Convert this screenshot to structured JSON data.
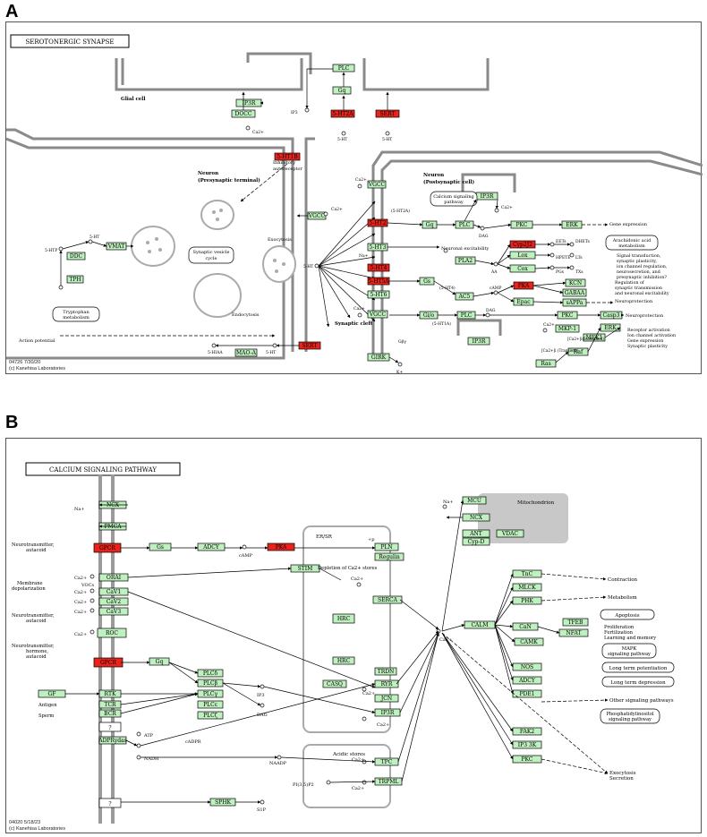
{
  "panel_a": {
    "letter": "A",
    "title": "SEROTONERGIC SYNAPSE",
    "footer": [
      "04726 7/30/20",
      "(c) Kanehisa Laboratories"
    ],
    "labels": {
      "glial": "Glial cell",
      "presyn_1": "Neuron",
      "presyn_2": "(Presynaptic terminal)",
      "postsyn_1": "Neuron",
      "postsyn_2": "(Postsynaptic cell)",
      "cleft": "Synaptic cleft",
      "action": "Action potential",
      "inhib_1": "Inhibitory",
      "inhib_2": "autoreceptor",
      "exo": "Exocytosis",
      "endo": "Endocytosis",
      "vesicle_1": "Synaptic vesicle",
      "vesicle_2": "cycle",
      "trp_1": "Tryptophan",
      "trp_2": "metabolism",
      "calcium_1": "Calcium signaling",
      "calcium_2": "pathway",
      "arach_1": "Arachidonic acid",
      "arach_2": "metabolism",
      "gene_expr": "Gene expression",
      "excit": "Neuronal excitability",
      "neuroprot": "Neuroprotection",
      "signal_1": "Signal transduction,",
      "signal_2": "synaptic plasticity,",
      "signal_3": "ion channel regulation,",
      "signal_4": "neurosecretion, and",
      "signal_5": "presynaptic inhibition?",
      "reg_1": "Regulation of",
      "reg_2": "synaptic transmission",
      "reg_3": "and neuronal excitability",
      "receptor_1": "Receptor activation",
      "receptor_2": "Ion channel activation",
      "receptor_3": "Gene expression",
      "receptor_4": "Synaptic plasticity"
    },
    "genes": {
      "ip3r_glia": "IP3R",
      "plc_glia": "PLC",
      "gq_glia": "Gq",
      "docc": "DOCC",
      "ht2a_glia": "5-HT2A",
      "sert_glia": "SERT",
      "ht1b": "5-HT1B",
      "vgcc_pre": "VGCC",
      "vmat": "VMAT",
      "ddc": "DDC",
      "tph": "TPH",
      "sert_pre": "SERT",
      "maoa": "MAO-A",
      "vgcc_post1": "VGCC",
      "ht2": "5-HT2",
      "ht3": "5-HT3",
      "ht4": "5-HT4",
      "ht5a": "5-HT5A",
      "ht6": "5-HT6",
      "ht1a": "5-HT1A",
      "vgcc_post2": "VGCC",
      "girk": "GIRK",
      "gq_post": "Gq",
      "plc_post": "PLC",
      "pkc_post": "PKC",
      "erk_post": "ERK",
      "ip3r_post": "IP3R",
      "cyp": "Cyp2J2",
      "lox": "Lox",
      "cox": "Cox",
      "pla2": "PLA2",
      "gs": "Gs",
      "ac5": "AC5",
      "pka": "PKA",
      "kcn": "KCN",
      "gabaa": "GABAA",
      "epac": "Epac",
      "sappa": "sAPPa",
      "gio": "Gi/o",
      "plc2": "PLC",
      "pkc2": "PKC",
      "casp3": "Casp3",
      "mkp1": "MKP-1",
      "erk2": "ERK",
      "mek1": "MEK1",
      "raf": "Raf",
      "ras": "Ras",
      "ip3r_2": "IP3R"
    },
    "small": {
      "ca2": "Ca2+",
      "ip3": "IP3",
      "ht": "5-HT",
      "dag": "DAG",
      "htp": "5-HTP",
      "hiaa": "5-HIAA",
      "na": "Na+",
      "k": "K+",
      "aa": "AA",
      "camp": "cAMP",
      "eets": "EETs",
      "dhets": "DHETs",
      "hpete": "HPETE",
      "ltb": "LTs",
      "pgs": "PGs",
      "txs": "TXs",
      "gbg": "Gβγ",
      "r2a": "(5-HT2A)",
      "r4": "(5-HT4)",
      "r1a": "(5-HT1A)",
      "ca_sust": "[Ca2+]i(Sustained)",
      "ca_trans": "[Ca2+]i (Transient)"
    }
  },
  "panel_b": {
    "letter": "B",
    "title": "CALCIUM SIGNALING PATHWAY",
    "footer": [
      "04020 5/18/23",
      "(c) Kanehisa Laboratories"
    ],
    "labels": {
      "mito": "Mitochondrion",
      "er": "ER/SR",
      "acidic": "Acidic stores",
      "depletion": "Depletion of Ca2+ stores",
      "nt1_1": "Neurotransmitter,",
      "nt1_2": "autacoid",
      "memb_1": "Membrane",
      "memb_2": "depolarization",
      "nt2_1": "Neurotransmitter,",
      "nt2_2": "autacoid",
      "nt3_1": "Neurotransmitter,",
      "nt3_2": "hormone,",
      "nt3_3": "autacoid",
      "antigen": "Antigen",
      "sperm": "Sperm",
      "contraction": "Contraction",
      "metabolism": "Metabolism",
      "apoptosis": "Apoptosis",
      "prolif_1": "Proliferation",
      "prolif_2": "Fertilization",
      "prolif_3": "Learning and memory",
      "mapk_1": "MAPK",
      "mapk_2": "signaling pathway",
      "ltp": "Long term potentiation",
      "ltd": "Long term depression",
      "other": "Other signaling pathways",
      "phos_1": "Phosphatidylinositol",
      "phos_2": "signaling pathway",
      "exo_1": "Exocytosis",
      "exo_2": "Secretion"
    },
    "genes": {
      "ncx": "NCX",
      "pmca": "PMCA",
      "gpcr1": "GPCR",
      "gs": "Gs",
      "adcy": "ADCY",
      "pka": "PKA",
      "pln": "PLN",
      "regulin": "Regulin",
      "orai": "ORAI",
      "stim": "STIM",
      "cav1": "CaV1",
      "cav2": "CaV2",
      "cav3": "CaV3",
      "serca": "SERCA",
      "hrc1": "HRC",
      "roc": "ROC",
      "hrc2": "HRC",
      "trdn": "TRDN",
      "gpcr2": "GPCR",
      "gq": "Gq",
      "casq": "CASQ",
      "ryr": "RYR",
      "jcn": "JCN",
      "plcd": "PLCδ",
      "plcb": "PLCβ",
      "plcg": "PLCγ",
      "plce": "PLCε",
      "plcz": "PLCζ",
      "gf": "GF",
      "rtk": "RTK",
      "tcr": "TCR",
      "bcr": "BCR",
      "ip3r": "IP3R",
      "adprc": "ADPRydas",
      "tpc": "TPC",
      "trpml": "TRPML",
      "sphk": "SPHK",
      "q1": "?",
      "q2": "?",
      "mcu": "MCU",
      "ncx_m": "NCX",
      "ant": "ANT",
      "cypd": "Cyp-D",
      "vdac": "VDAC",
      "tnc": "TnC",
      "mlck": "MLCK",
      "phk": "PHK",
      "calm": "CALM",
      "can": "CaN",
      "tfeb": "TFEB",
      "nfat": "NFAT",
      "camk": "CAMK",
      "nos": "NOS",
      "adcy2": "ADCY",
      "pde1": "PDE1",
      "fak2": "FAK2",
      "ip33k": "IP3 3K",
      "pkc": "PKC"
    },
    "small": {
      "ca2": "Ca2+",
      "na": "Na+",
      "camp": "cAMP",
      "ip3": "IP3",
      "dag": "DAG",
      "atp": "ATP",
      "nadh": "NADH",
      "cadpr": "cADPR",
      "naadp": "NAADP",
      "pi35": "PI(3,5)P2",
      "s1p": "S1P",
      "vocs": "VOCs",
      "p": "+p"
    }
  }
}
